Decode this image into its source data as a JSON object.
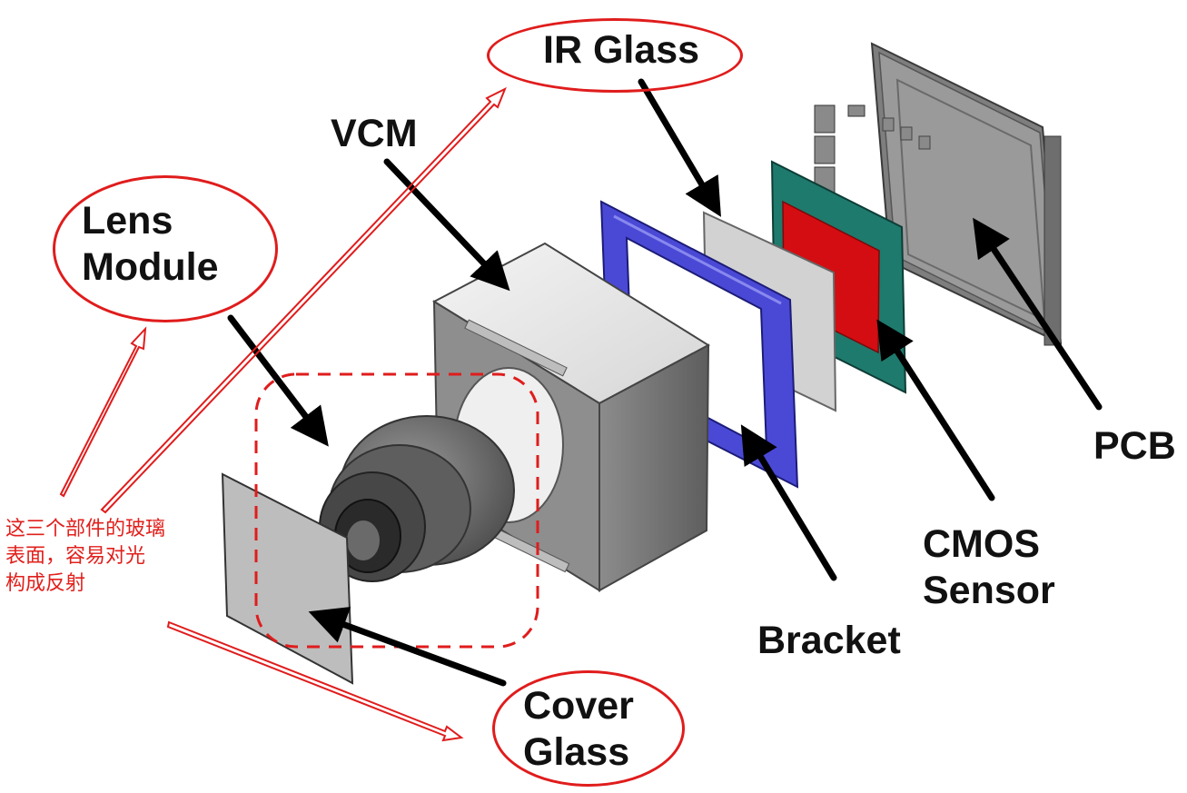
{
  "labels": {
    "ir_glass": "IR Glass",
    "vcm": "VCM",
    "lens_module": "Lens\nModule",
    "pcb": "PCB",
    "cmos_sensor": "CMOS\nSensor",
    "bracket": "Bracket",
    "cover_glass": "Cover\nGlass"
  },
  "annotation": {
    "note": "这三个部件的玻璃\n表面，容易对光\n构成反射"
  },
  "colors": {
    "callout": "#e01c1c",
    "note_text": "#e0201c",
    "bracket": "#4a49d6",
    "cmos_board": "#1e7a6c",
    "cmos_die": "#d40d12",
    "part_gray": "#b5b5b5"
  }
}
